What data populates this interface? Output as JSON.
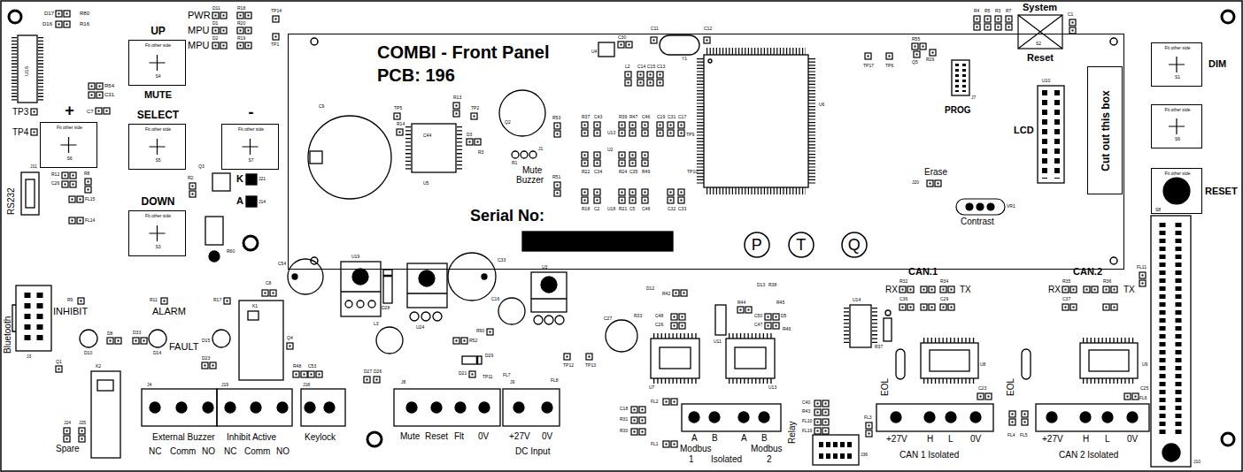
{
  "diagram": {
    "nodes": [
      {
        "text": [
          "COMBI - Front Panel",
          "PCB: 196",
          "Serial No:"
        ]
      },
      {
        "text": [
          "P"
        ],
        "in": 0
      },
      {
        "text": [
          "T"
        ],
        "in": 0
      },
      {
        "text": [
          "Q"
        ],
        "in": 0
      },
      {
        "text": [
          "Cut out this box"
        ],
        "in": 0
      },
      {
        "text": [
          "UP",
          "Fit other side",
          "S4",
          "MUTE"
        ]
      },
      {
        "text": [
          "+",
          "Fit other side",
          "S6"
        ]
      },
      {
        "text": [
          "SELECT",
          "Fit other side",
          "S5"
        ]
      },
      {
        "text": [
          "-",
          "Fit other side",
          "S7"
        ]
      },
      {
        "text": [
          "DOWN",
          "Fit other side",
          "S3"
        ]
      },
      {
        "text": [
          "Fit other side",
          "S1",
          "DIM"
        ]
      },
      {
        "text": [
          "Fit other side",
          "S6"
        ]
      },
      {
        "text": [
          "Fit other side",
          "S8",
          "RESET"
        ]
      }
    ],
    "labels": [
      "D17",
      "R80",
      "D16",
      "R16",
      "U16",
      "R54",
      "C31",
      "C7",
      "TP3",
      "TP4",
      "PWR",
      "MPU",
      "MPU",
      "D11",
      "R18",
      "D1",
      "R20",
      "D2",
      "R19",
      "TP14",
      "TP1",
      "Q3",
      "K",
      "A",
      "J21",
      "J14",
      "R2",
      "R60",
      "RS232",
      "J11",
      "R12",
      "C26",
      "R8",
      "FL15",
      "FL14",
      "Bluetooth",
      "J3",
      "INHIBIT",
      "ALARM",
      "FAULT",
      "R9",
      "R11",
      "R17",
      "D10",
      "D14",
      "D15",
      "D23",
      "Q1",
      "D8",
      "D33",
      "K2",
      "J4",
      "J19",
      "J18",
      "J24",
      "J25",
      "Spare",
      "External Buzzer",
      "NC",
      "Comm",
      "NO",
      "Inhibit Active",
      "NC",
      "Comm",
      "NO",
      "Keylock",
      "K1",
      "C54",
      "C8",
      "Q4",
      "R48",
      "C53",
      "U19",
      "D28",
      "U24",
      "C33",
      "L3",
      "C16",
      "U3",
      "C27",
      "D27",
      "D26",
      "J8",
      "J9",
      "TP11",
      "TP12",
      "TP13",
      "FL7",
      "FL8",
      "D21",
      "D29",
      "R52",
      "R90",
      "Mute",
      "Reset",
      "Flt",
      "0V",
      "+27V",
      "0V",
      "DC Input",
      "D12",
      "R42",
      "R33",
      "C48",
      "C26",
      "U7",
      "U13",
      "U11",
      "D13",
      "R38",
      "R44",
      "C50",
      "C47",
      "R45",
      "D5",
      "R46",
      "R31",
      "R30",
      "C18",
      "FL2",
      "FL1",
      "A",
      "B",
      "A",
      "B",
      "Modbus",
      "Modbus",
      "1",
      "Isolated",
      "2",
      "Relay",
      "J36",
      "R43",
      "C40",
      "FL10",
      "FL19",
      "U14",
      "R37",
      "CAN.1",
      "RX",
      "TX",
      "R32",
      "R34",
      "C36",
      "C29",
      "U8",
      "C23",
      "EOL",
      "FL3",
      "+27V",
      "H",
      "L",
      "0V",
      "CAN 1 Isolated",
      "CAN.2",
      "RX",
      "TX",
      "R35",
      "R36",
      "C37",
      "U9",
      "C25",
      "EOL",
      "FL4",
      "FL5",
      "+27V",
      "H",
      "L",
      "0V",
      "CAN 2 Isolated",
      "FL6",
      "FL11",
      "J10",
      "U4",
      "C30",
      "L2",
      "C14",
      "C15",
      "C13",
      "C11",
      "C12",
      "Y1",
      "U6",
      "C9",
      "TP5",
      "R14",
      "TP2",
      "R13",
      "C44",
      "D3",
      "R3",
      "U5",
      "Q2",
      "J1",
      "R1",
      "Mute",
      "Buzzer",
      "R53",
      "R37",
      "C43",
      "R39",
      "R47",
      "C46",
      "C19",
      "C31",
      "C17",
      "U13",
      "TP9",
      "U2",
      "R22",
      "C34",
      "R24",
      "C35",
      "R49",
      "TP10",
      "R51",
      "R18",
      "C2",
      "R21",
      "C5",
      "C48",
      "C32",
      "C33",
      "U18",
      "TP17",
      "TP6",
      "R55",
      "Q5",
      "R29",
      "R4",
      "R5",
      "R3",
      "R7",
      "System",
      "S2",
      "Reset",
      "C1",
      "J7",
      "PROG",
      "U10",
      "LCD",
      "Erase",
      "J20",
      "VR1",
      "Contrast"
    ]
  }
}
